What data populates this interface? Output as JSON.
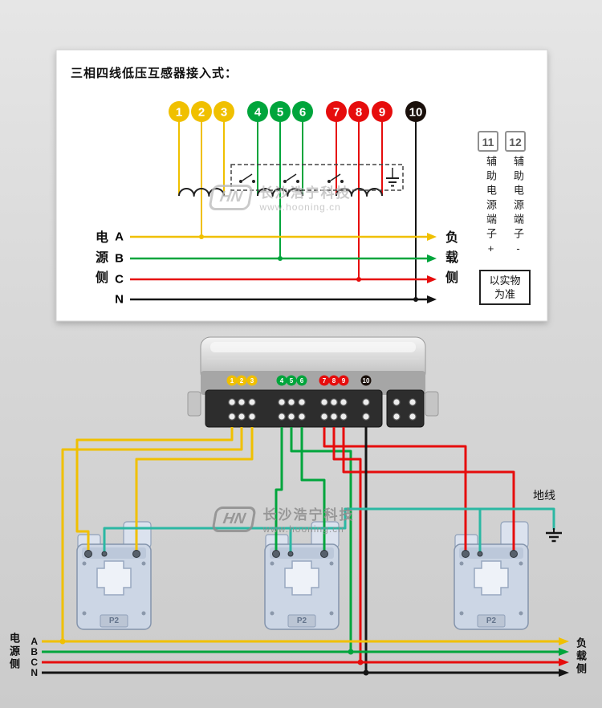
{
  "colors": {
    "phase_a": "#f0c000",
    "phase_b": "#00a53c",
    "phase_c": "#e60d0d",
    "neutral": "#141414",
    "secondary": "#2bb8a3",
    "coil": "#222222"
  },
  "terminals": [
    {
      "label": "1",
      "color": "#f0c000"
    },
    {
      "label": "2",
      "color": "#f0c000"
    },
    {
      "label": "3",
      "color": "#f0c000"
    },
    {
      "label": "4",
      "color": "#00a53c"
    },
    {
      "label": "5",
      "color": "#00a53c"
    },
    {
      "label": "6",
      "color": "#00a53c"
    },
    {
      "label": "7",
      "color": "#e60d0d"
    },
    {
      "label": "8",
      "color": "#e60d0d"
    },
    {
      "label": "9",
      "color": "#e60d0d"
    },
    {
      "label": "10",
      "color": "#1a100b"
    }
  ],
  "schematic": {
    "title": "三相四线低压互感器接入式：",
    "aux_terminal_1": "11",
    "aux_terminal_2": "12",
    "aux_label_1": "辅助电源端子+",
    "aux_label_2": "辅助电源端子-",
    "source_side": "电源侧",
    "load_side": "负载侧",
    "phases": [
      "A",
      "B",
      "C",
      "N"
    ],
    "note": "以实物\n为准"
  },
  "bottom": {
    "source_side": "电源侧",
    "load_side": "负载侧",
    "phases": [
      "A",
      "B",
      "C",
      "N"
    ],
    "ground_label": "地线",
    "ct_label": "P2"
  },
  "watermark": {
    "logo": "HN",
    "company": "长沙浩宁科技",
    "website": "www.hooning.cn"
  }
}
